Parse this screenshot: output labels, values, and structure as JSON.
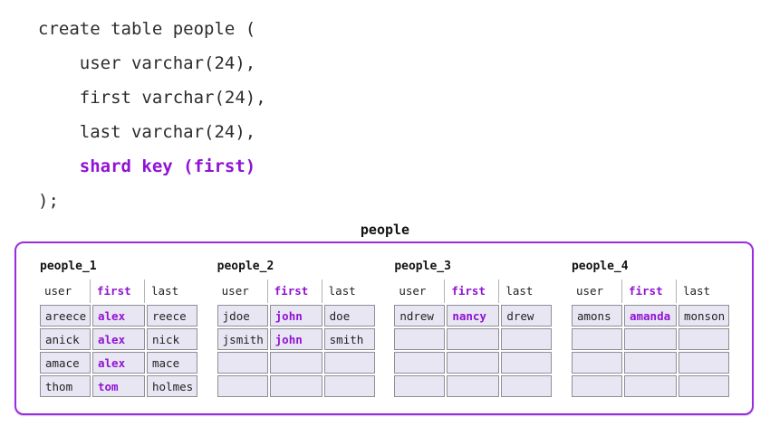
{
  "code": {
    "lines": [
      "create table people (",
      "    user varchar(24),",
      "    first varchar(24),",
      "    last varchar(24),",
      "    shard key (first)",
      ");"
    ],
    "highlighted_line": "    shard key (first)"
  },
  "diagram": {
    "title": "people",
    "columns": [
      "user",
      "first",
      "last"
    ],
    "shard_key_column": "first",
    "colors": {
      "accent": "#9013d3",
      "box_border": "#9b2be0",
      "cell_bg": "#e8e6f3",
      "cell_border": "#8f8f97",
      "header_separator": "#b3b3bb",
      "code_text": "#2d2d2d"
    },
    "shards": [
      {
        "name": "people_1",
        "rows": [
          [
            "areece",
            "alex",
            "reece"
          ],
          [
            "anick",
            "alex",
            "nick"
          ],
          [
            "amace",
            "alex",
            "mace"
          ],
          [
            "thom",
            "tom",
            "holmes"
          ]
        ]
      },
      {
        "name": "people_2",
        "rows": [
          [
            "jdoe",
            "john",
            "doe"
          ],
          [
            "jsmith",
            "john",
            "smith"
          ],
          [
            "",
            "",
            ""
          ],
          [
            "",
            "",
            ""
          ]
        ]
      },
      {
        "name": "people_3",
        "rows": [
          [
            "ndrew",
            "nancy",
            "drew"
          ],
          [
            "",
            "",
            ""
          ],
          [
            "",
            "",
            ""
          ],
          [
            "",
            "",
            ""
          ]
        ]
      },
      {
        "name": "people_4",
        "rows": [
          [
            "amons",
            "amanda",
            "monson"
          ],
          [
            "",
            "",
            ""
          ],
          [
            "",
            "",
            ""
          ],
          [
            "",
            "",
            ""
          ]
        ]
      }
    ]
  }
}
